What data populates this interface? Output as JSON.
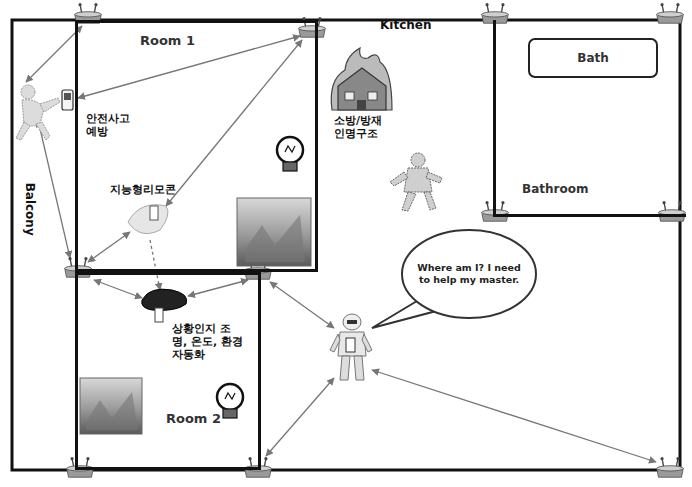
{
  "diagram": {
    "nodes": [
      {
        "text": [
          "Room 1"
        ]
      },
      {
        "text": [
          "Bathroom"
        ]
      },
      {
        "text": [
          "Bath"
        ],
        "in": 1
      },
      {
        "text": [
          "Where am I? I need to help my master."
        ]
      },
      {
        "text": [
          "Room 2"
        ]
      }
    ],
    "labels": [
      "Kitchen",
      "Balcony",
      "안전사고 예방",
      "지능형리모콘",
      "소방/방재 인명구조",
      "상황인지 조명, 온도, 환경 자동화"
    ]
  }
}
